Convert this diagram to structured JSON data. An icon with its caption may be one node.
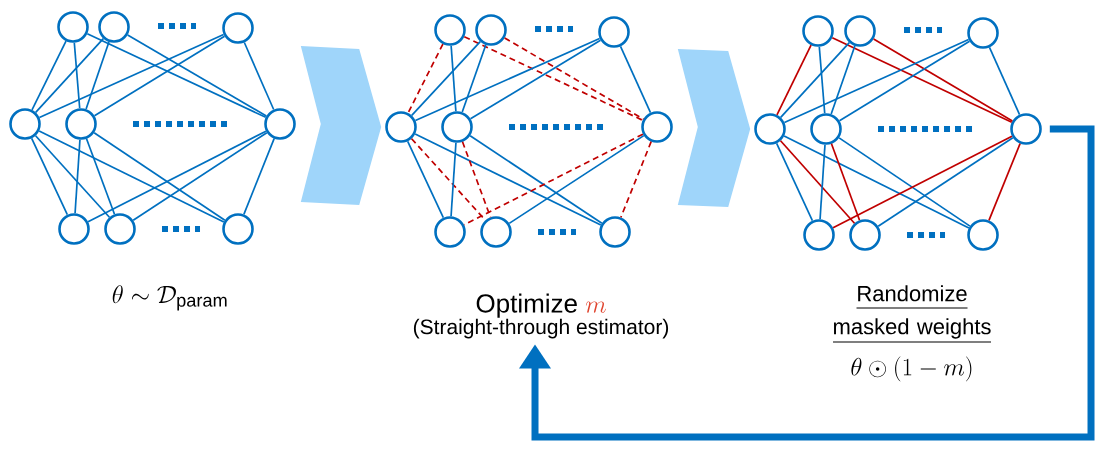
{
  "diagram": {
    "nodes": [
      {
        "text": [],
        "shape": "circle"
      },
      {
        "text": [],
        "shape": "circle"
      },
      {
        "text": [],
        "shape": "circle"
      },
      {
        "text": [],
        "shape": "circle"
      },
      {
        "text": [],
        "shape": "circle"
      },
      {
        "text": [],
        "shape": "circle"
      },
      {
        "text": [],
        "shape": "circle"
      },
      {
        "text": [],
        "shape": "circle"
      },
      {
        "text": [],
        "shape": "circle"
      },
      {
        "text": [],
        "shape": "circle"
      },
      {
        "text": [],
        "shape": "circle"
      },
      {
        "text": [],
        "shape": "circle"
      },
      {
        "text": [],
        "shape": "circle"
      },
      {
        "text": [],
        "shape": "circle"
      },
      {
        "text": [],
        "shape": "circle"
      },
      {
        "text": [],
        "shape": "circle"
      },
      {
        "text": [],
        "shape": "circle"
      },
      {
        "text": [],
        "shape": "circle"
      },
      {
        "text": [],
        "shape": "circle"
      },
      {
        "text": [],
        "shape": "circle"
      },
      {
        "text": [],
        "shape": "circle"
      },
      {
        "text": [],
        "shape": "circle"
      },
      {
        "text": [],
        "shape": "circle"
      },
      {
        "text": [],
        "shape": "circle"
      },
      {
        "text": [],
        "shape": "circle"
      },
      {
        "text": [],
        "shape": "circle"
      },
      {
        "text": [],
        "shape": "circle"
      },
      {
        "text": [
          "Optimize",
          "m",
          "(Straight-through estimator)"
        ]
      }
    ],
    "edges": [
      {
        "from": 0,
        "to": 3,
        "arrow": "none"
      },
      {
        "from": 0,
        "to": 4,
        "arrow": "none"
      },
      {
        "from": 0,
        "to": 5,
        "arrow": "none"
      },
      {
        "from": 1,
        "to": 3,
        "arrow": "none"
      },
      {
        "from": 1,
        "to": 4,
        "arrow": "none"
      },
      {
        "from": 1,
        "to": 5,
        "arrow": "none"
      },
      {
        "from": 2,
        "to": 3,
        "arrow": "none"
      },
      {
        "from": 2,
        "to": 4,
        "arrow": "none"
      },
      {
        "from": 2,
        "to": 5,
        "arrow": "none"
      },
      {
        "from": 3,
        "to": 6,
        "arrow": "none"
      },
      {
        "from": 3,
        "to": 7,
        "arrow": "none"
      },
      {
        "from": 3,
        "to": 8,
        "arrow": "none"
      },
      {
        "from": 4,
        "to": 6,
        "arrow": "none"
      },
      {
        "from": 4,
        "to": 7,
        "arrow": "none"
      },
      {
        "from": 4,
        "to": 8,
        "arrow": "none"
      },
      {
        "from": 5,
        "to": 6,
        "arrow": "none"
      },
      {
        "from": 5,
        "to": 7,
        "arrow": "none"
      },
      {
        "from": 5,
        "to": 8,
        "arrow": "none"
      },
      {
        "from": 5,
        "to": 12,
        "arrow": "to",
        "style": "thick",
        "color": "#9fd5fa"
      },
      {
        "from": 9,
        "to": 12,
        "arrow": "none",
        "style": "dashed",
        "color": "#c00000"
      },
      {
        "from": 9,
        "to": 13,
        "arrow": "none"
      },
      {
        "from": 9,
        "to": 14,
        "arrow": "none",
        "style": "dashed",
        "color": "#c00000"
      },
      {
        "from": 10,
        "to": 12,
        "arrow": "none"
      },
      {
        "from": 10,
        "to": 13,
        "arrow": "none"
      },
      {
        "from": 10,
        "to": 14,
        "arrow": "none",
        "style": "dashed",
        "color": "#c00000"
      },
      {
        "from": 11,
        "to": 12,
        "arrow": "none"
      },
      {
        "from": 11,
        "to": 13,
        "arrow": "none"
      },
      {
        "from": 11,
        "to": 14,
        "arrow": "none"
      },
      {
        "from": 12,
        "to": 15,
        "arrow": "none"
      },
      {
        "from": 12,
        "to": 16,
        "arrow": "none",
        "style": "dashed",
        "color": "#c00000"
      },
      {
        "from": 12,
        "to": 17,
        "arrow": "none"
      },
      {
        "from": 13,
        "to": 15,
        "arrow": "none"
      },
      {
        "from": 13,
        "to": 16,
        "arrow": "none",
        "style": "dashed",
        "color": "#c00000"
      },
      {
        "from": 13,
        "to": 17,
        "arrow": "none"
      },
      {
        "from": 14,
        "to": 15,
        "arrow": "none",
        "style": "dashed",
        "color": "#c00000"
      },
      {
        "from": 14,
        "to": 16,
        "arrow": "none"
      },
      {
        "from": 14,
        "to": 17,
        "arrow": "none",
        "style": "dashed",
        "color": "#c00000"
      },
      {
        "from": 14,
        "to": 21,
        "arrow": "to",
        "style": "thick",
        "color": "#9fd5fa"
      },
      {
        "from": 18,
        "to": 21,
        "arrow": "none",
        "color": "#c00000"
      },
      {
        "from": 18,
        "to": 22,
        "arrow": "none"
      },
      {
        "from": 18,
        "to": 23,
        "arrow": "none",
        "color": "#c00000"
      },
      {
        "from": 19,
        "to": 21,
        "arrow": "none"
      },
      {
        "from": 19,
        "to": 22,
        "arrow": "none"
      },
      {
        "from": 19,
        "to": 23,
        "arrow": "none",
        "color": "#c00000"
      },
      {
        "from": 20,
        "to": 21,
        "arrow": "none"
      },
      {
        "from": 20,
        "to": 22,
        "arrow": "none"
      },
      {
        "from": 20,
        "to": 23,
        "arrow": "none"
      },
      {
        "from": 21,
        "to": 24,
        "arrow": "none"
      },
      {
        "from": 21,
        "to": 25,
        "arrow": "none",
        "color": "#c00000"
      },
      {
        "from": 21,
        "to": 26,
        "arrow": "none"
      },
      {
        "from": 22,
        "to": 24,
        "arrow": "none"
      },
      {
        "from": 22,
        "to": 25,
        "arrow": "none",
        "color": "#c00000"
      },
      {
        "from": 22,
        "to": 26,
        "arrow": "none"
      },
      {
        "from": 23,
        "to": 24,
        "arrow": "none",
        "color": "#c00000"
      },
      {
        "from": 23,
        "to": 25,
        "arrow": "none"
      },
      {
        "from": 23,
        "to": 26,
        "arrow": "none",
        "color": "#c00000"
      },
      {
        "from": 23,
        "to": 27,
        "arrow": "to",
        "style": "thick"
      }
    ],
    "labels": [
      "\\theta\\sim\\mathcal{D}_{\\mathrm{param}}",
      "Randomize masked weights",
      "\\theta\\odot(1-m)"
    ]
  }
}
